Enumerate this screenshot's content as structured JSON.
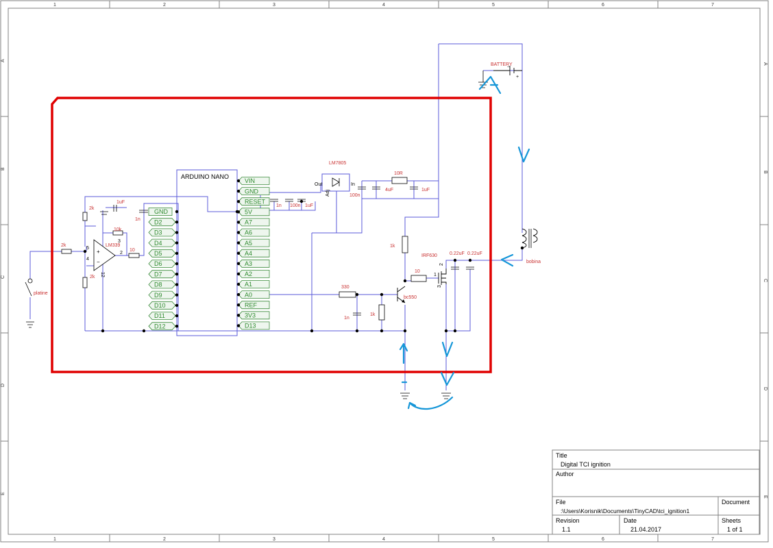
{
  "grid": {
    "columns": [
      "1",
      "2",
      "3",
      "4",
      "5",
      "6",
      "7"
    ],
    "rows": [
      "A",
      "B",
      "C",
      "D",
      "E"
    ]
  },
  "arduino": {
    "title": "ARDUINO NANO",
    "left_pins": [
      "GND",
      "D2",
      "D3",
      "D4",
      "D5",
      "D6",
      "D7",
      "D8",
      "D9",
      "D10",
      "D11",
      "D12"
    ],
    "right_pins": [
      "VIN",
      "GND",
      "RESET",
      "5V",
      "A7",
      "A6",
      "A5",
      "A4",
      "A3",
      "A2",
      "A1",
      "A0",
      "REF",
      "3V3",
      "D13"
    ]
  },
  "components": {
    "battery": "BATTERY",
    "regulator": "LM7805",
    "reg_out": "Out",
    "reg_in": "In",
    "reg_adj": "Adj",
    "r_10R": "10R",
    "c_100n_a": "100n",
    "c_4uF": "4uF",
    "c_1uF_a": "1uF",
    "c_1n_a": "1n",
    "c_100n_b": "100n",
    "c_1uF_b": "1uF",
    "c_1uF_c": "1uF",
    "c_1n_b": "1n",
    "r_2k_a": "2k",
    "r_2k_b": "2k",
    "r_2k_c": "2k",
    "r_10k": "10k",
    "comparator": "LM339",
    "r_10_a": "10",
    "pin_5": "5",
    "pin_4": "4",
    "pin_3": "3",
    "pin_2": "2",
    "pin_12": "12",
    "platine": "platine",
    "r_1k_a": "1k",
    "r_1k_b": "1k",
    "r_330": "330",
    "c_1n_c": "1n",
    "transistor": "bc550",
    "mosfet": "IRF630",
    "r_10_b": "10",
    "c_022_a": "0.22uF",
    "c_022_b": "0.22uF",
    "coil": "bobina",
    "mos_pin_1": "1",
    "mos_pin_2": "2",
    "mos_pin_3": "3"
  },
  "title_block": {
    "title_label": "Title",
    "title_value": "Digital TCI ignition",
    "author_label": "Author",
    "author_value": "",
    "file_label": "File",
    "file_value": ":\\Users\\Korisnik\\Documents\\TinyCAD\\tci_ignition1",
    "document_label": "Document",
    "revision_label": "Revision",
    "revision_value": "1.1",
    "date_label": "Date",
    "date_value": "21.04.2017",
    "sheets_label": "Sheets",
    "sheets_value": "1 of 1"
  },
  "colors": {
    "wire": "#5a5ad8",
    "annotation_box": "#e00000",
    "annotation_arrows": "#1596d8",
    "pin_label": "#2e8a2e",
    "component_label": "#c83030"
  }
}
